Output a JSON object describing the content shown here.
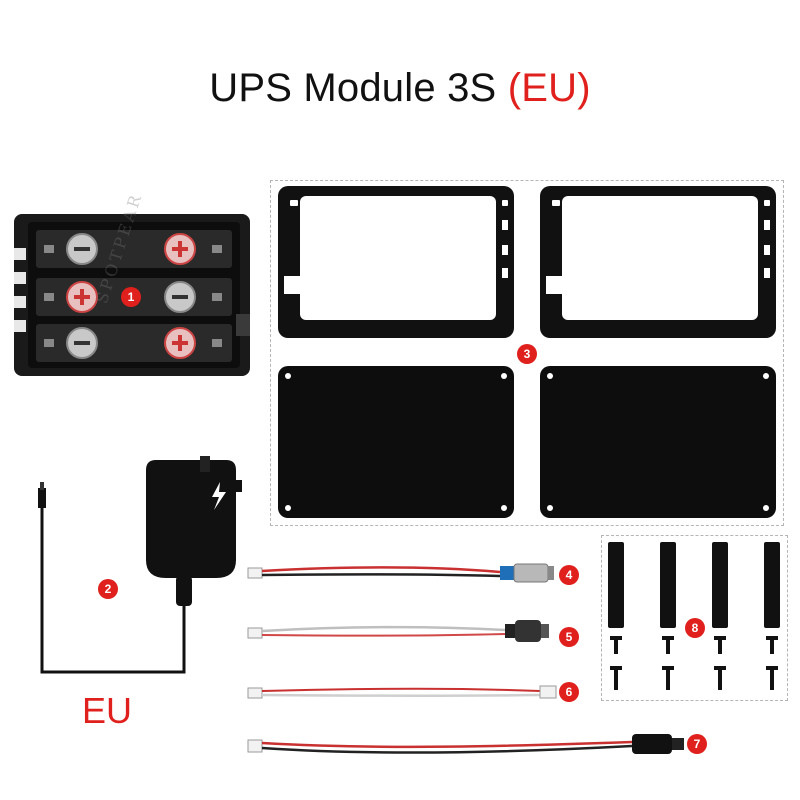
{
  "title": {
    "main": "UPS Module 3S ",
    "accent": "(EU)"
  },
  "watermark": "SPOTPEAR",
  "items": [
    {
      "number": "1",
      "name": "ups-board"
    },
    {
      "number": "2",
      "name": "power-adapter"
    },
    {
      "number": "3",
      "name": "acrylic-plates"
    },
    {
      "number": "4",
      "name": "switch-cable-metal"
    },
    {
      "number": "5",
      "name": "switch-cable-button"
    },
    {
      "number": "6",
      "name": "connector-cable"
    },
    {
      "number": "7",
      "name": "dc-cable"
    },
    {
      "number": "8",
      "name": "standoffs-screws"
    }
  ],
  "adapter_label": "EU",
  "colors": {
    "accent": "#e0201c",
    "dark": "#111111",
    "battery": "#b0b0b0"
  }
}
